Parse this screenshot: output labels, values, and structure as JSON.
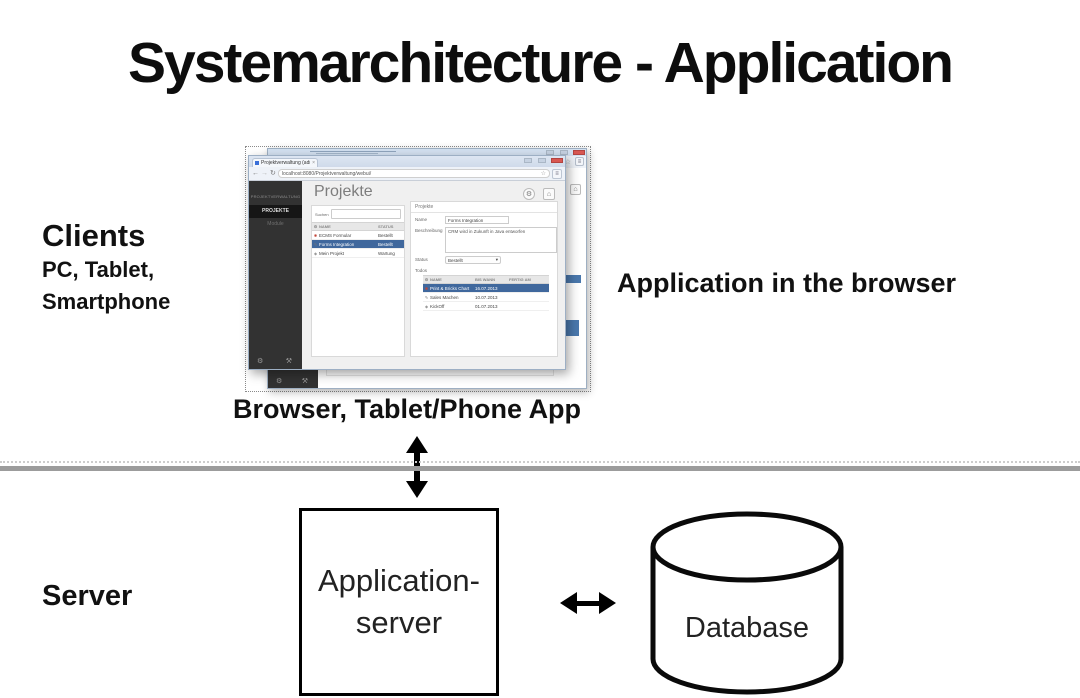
{
  "title": "Systemarchitecture - Application",
  "labels": {
    "clients_title": "Clients",
    "clients_sub1": "PC, Tablet,",
    "clients_sub2": "Smartphone",
    "app_in_browser": "Application in the browser",
    "browser_tablet_phone": "Browser, Tablet/Phone App",
    "server": "Server",
    "app_server_line1": "Application-",
    "app_server_line2": "server",
    "database": "Database"
  },
  "icons": {
    "back": "←",
    "forward": "→",
    "reload": "↻",
    "star": "☆",
    "menu": "≡",
    "close": "×",
    "gear": "⚙",
    "home": "⌂",
    "wrench": "⚒",
    "flower": "✱",
    "pencil": "✎",
    "tag": "◆",
    "caret_down": "▾"
  },
  "browser_front": {
    "tab_title": "Projektverwaltung (adm…",
    "url": "localhost:8080/Projektverwaltung/webui/",
    "app": {
      "sidebar": {
        "brand": "PROJEKTVERWALTUNG",
        "items": [
          {
            "label": "PROJEKTE"
          },
          {
            "label": "Module"
          }
        ]
      },
      "heading": "Projekte",
      "search_label": "Suchen",
      "projects_table": {
        "col_name": "NAME",
        "col_status": "STATUS",
        "rows": [
          {
            "name": "ECMS Formular",
            "status": "Bestellt"
          },
          {
            "name": "Forms Integration",
            "status": "Bestellt"
          },
          {
            "name": "Mein Projekt",
            "status": "Wartung"
          }
        ]
      },
      "detail": {
        "section_title": "Projekte",
        "name_label": "Name",
        "name_value": "Forms Integration",
        "desc_label": "Beschreibung",
        "desc_value": "CRM wird in Zukunft in Java entworfen",
        "status_label": "Status",
        "status_value": "Bestellt",
        "todos_label": "Todos",
        "todos_table": {
          "col_name": "NAME",
          "col_due": "BIS WANN",
          "col_done": "FERTIG AM",
          "rows": [
            {
              "name": "Print & Bricks Chart",
              "due": "16.07.2013"
            },
            {
              "name": "Sales Machen",
              "due": "10.07.2013"
            },
            {
              "name": "KickOff",
              "due": "01.07.2013"
            }
          ]
        }
      }
    }
  },
  "colors": {
    "selection_blue": "#40689d",
    "sidebar_dark": "#323232",
    "divider_gray": "#9c9c9c",
    "chrome_frame": "#dfe8f3",
    "close_red": "#d85752",
    "icon_red": "#c14538"
  }
}
